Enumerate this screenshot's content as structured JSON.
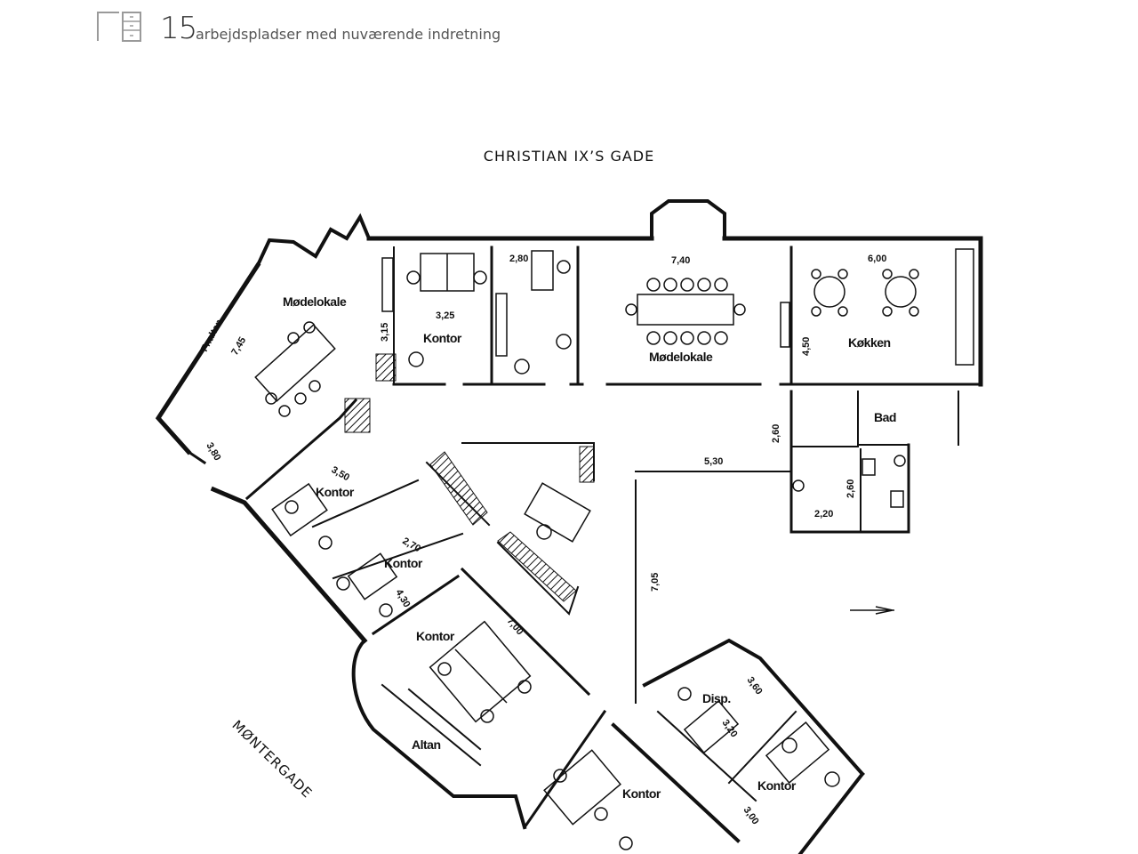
{
  "header": {
    "workspace_count": "15",
    "workspace_label": "arbejdspladser med nuværende indretning"
  },
  "streets": {
    "top": "CHRISTIAN IX’S GADE",
    "side": "MØNTERGADE"
  },
  "rooms": {
    "meeting_left": "Mødelokale",
    "office_top": "Kontor",
    "meeting_center": "Mødelokale",
    "kitchen": "Køkken",
    "bath": "Bad",
    "office_a": "Kontor",
    "office_b": "Kontor",
    "office_c": "Kontor",
    "altan": "Altan",
    "office_d": "Kontor",
    "disp": "Disp.",
    "office_e": "Kontor",
    "french_balcony": "Fr.altan"
  },
  "dimensions": {
    "d_280": "2,80",
    "d_740": "7,40",
    "d_600": "6,00",
    "d_325": "3,25",
    "d_315": "3,15",
    "d_745": "7,45",
    "d_450": "4,50",
    "d_260a": "2,60",
    "d_530": "5,30",
    "d_260b": "2,60",
    "d_220": "2,20",
    "d_380": "3,80",
    "d_350": "3,50",
    "d_270": "2,70",
    "d_430": "4,30",
    "d_700": "7,00",
    "d_705": "7,05",
    "d_360": "3,60",
    "d_320": "3,20",
    "d_300": "3,00"
  },
  "colors": {
    "ink": "#111111",
    "accent": "#8a8a8a"
  }
}
